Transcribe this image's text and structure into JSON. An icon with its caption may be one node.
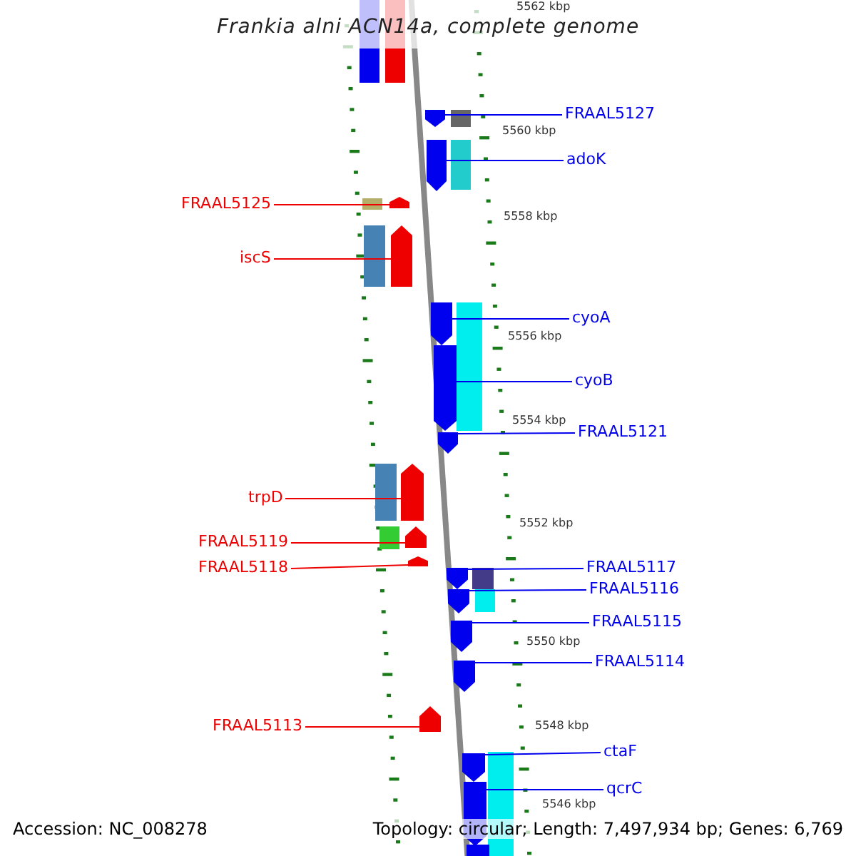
{
  "diagram": {
    "title": "Frankia alni ACN14a, complete genome",
    "nodes": [
      {
        "text": [
          "FRAAL5127"
        ]
      },
      {
        "text": [],
        "shape": "arrow"
      },
      {
        "text": [
          "adoK"
        ]
      },
      {
        "text": [],
        "shape": "arrow"
      },
      {
        "text": [
          "FRAAL5125"
        ]
      },
      {
        "text": [],
        "shape": "arrow"
      },
      {
        "text": [
          "iscS"
        ]
      },
      {
        "text": [],
        "shape": "arrow"
      },
      {
        "text": [
          "cyoA"
        ]
      },
      {
        "text": [],
        "shape": "arrow"
      },
      {
        "text": [
          "cyoB"
        ]
      },
      {
        "text": [],
        "shape": "arrow"
      },
      {
        "text": [
          "FRAAL5121"
        ]
      },
      {
        "text": [],
        "shape": "arrow"
      },
      {
        "text": [
          "trpD"
        ]
      },
      {
        "text": [],
        "shape": "arrow"
      },
      {
        "text": [
          "FRAAL5119"
        ]
      },
      {
        "text": [],
        "shape": "arrow"
      },
      {
        "text": [
          "FRAAL5118"
        ]
      },
      {
        "text": [],
        "shape": "arrow"
      },
      {
        "text": [
          "FRAAL5117"
        ]
      },
      {
        "text": [],
        "shape": "arrow"
      },
      {
        "text": [
          "FRAAL5116"
        ]
      },
      {
        "text": [],
        "shape": "arrow"
      },
      {
        "text": [
          "FRAAL5115"
        ]
      },
      {
        "text": [],
        "shape": "arrow"
      },
      {
        "text": [
          "FRAAL5114"
        ]
      },
      {
        "text": [],
        "shape": "arrow"
      },
      {
        "text": [
          "FRAAL5113"
        ]
      },
      {
        "text": [],
        "shape": "arrow"
      },
      {
        "text": [
          "ctaF"
        ]
      },
      {
        "text": [],
        "shape": "arrow"
      },
      {
        "text": [
          "qcrC"
        ]
      },
      {
        "text": [],
        "shape": "arrow"
      }
    ],
    "edges": [
      {
        "from": 0,
        "to": 1,
        "arrow": "none"
      },
      {
        "from": 2,
        "to": 3,
        "arrow": "none"
      },
      {
        "from": 4,
        "to": 5,
        "arrow": "none",
        "color": "#ee0000"
      },
      {
        "from": 6,
        "to": 7,
        "arrow": "none",
        "color": "#ee0000"
      },
      {
        "from": 8,
        "to": 9,
        "arrow": "none"
      },
      {
        "from": 10,
        "to": 11,
        "arrow": "none"
      },
      {
        "from": 12,
        "to": 13,
        "arrow": "none"
      },
      {
        "from": 14,
        "to": 15,
        "arrow": "none",
        "color": "#ee0000"
      },
      {
        "from": 16,
        "to": 17,
        "arrow": "none",
        "color": "#ee0000"
      },
      {
        "from": 18,
        "to": 19,
        "arrow": "none",
        "color": "#ee0000"
      },
      {
        "from": 20,
        "to": 21,
        "arrow": "none"
      },
      {
        "from": 22,
        "to": 23,
        "arrow": "none"
      },
      {
        "from": 24,
        "to": 25,
        "arrow": "none"
      },
      {
        "from": 26,
        "to": 27,
        "arrow": "none"
      },
      {
        "from": 28,
        "to": 29,
        "arrow": "none",
        "color": "#ee0000"
      },
      {
        "from": 30,
        "to": 31,
        "arrow": "none"
      },
      {
        "from": 32,
        "to": 33,
        "arrow": "none"
      }
    ],
    "labels": [
      "5562 kbp",
      "5560 kbp",
      "5558 kbp",
      "5556 kbp",
      "5554 kbp",
      "5552 kbp",
      "5550 kbp",
      "5548 kbp",
      "5546 kbp",
      "Accession: NC_008278",
      "Topology: circular; Length: 7,497,934 bp; Genes: 6,769"
    ]
  }
}
